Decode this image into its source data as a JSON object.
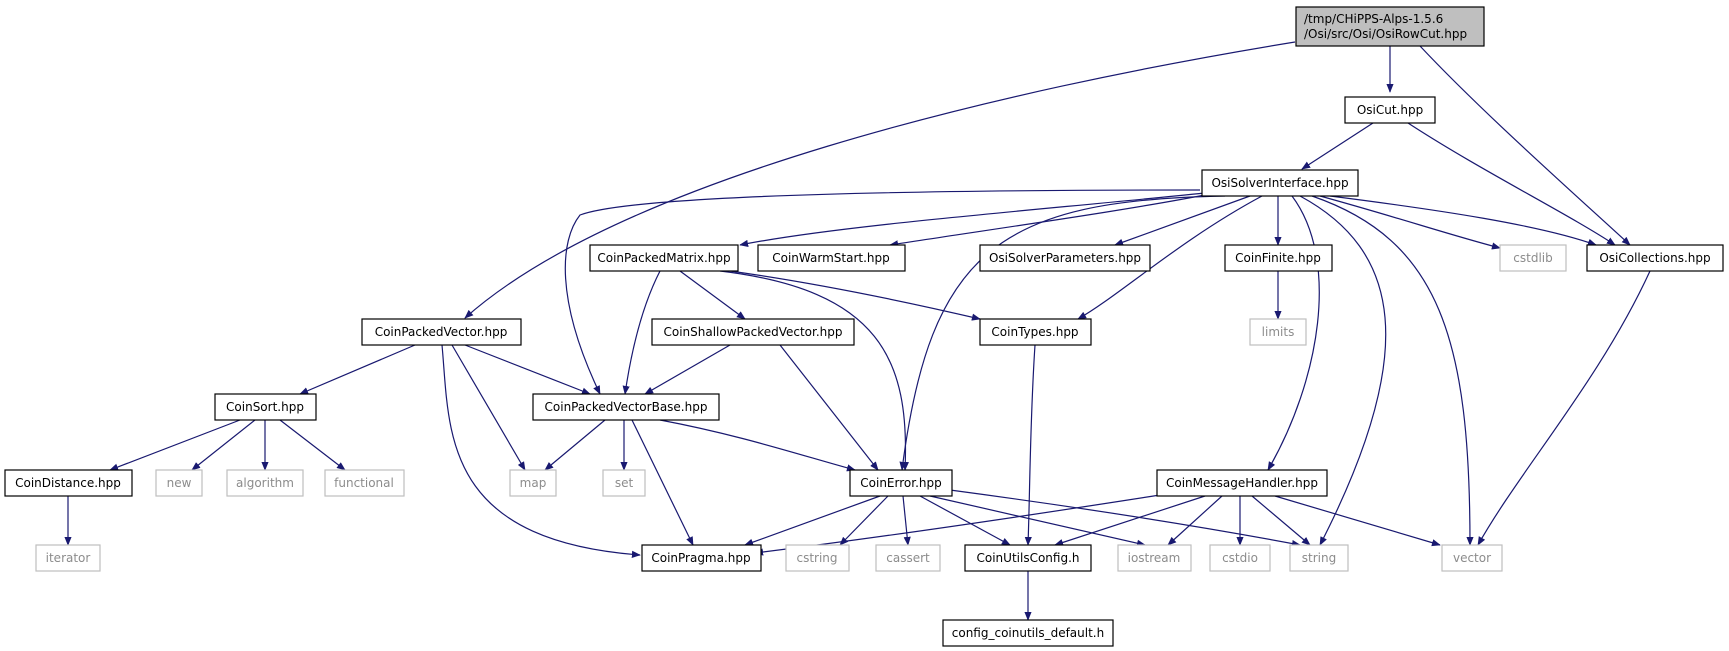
{
  "colors": {
    "edge": "#191970",
    "box_border": "#000000",
    "sys_border": "#bfbfbf",
    "sys_text": "#8c8c8c",
    "root_fill": "#bfbfbf",
    "text": "#000000"
  },
  "root": {
    "line1": "/tmp/CHiPPS-Alps-1.5.6",
    "line2": "/Osi/src/Osi/OsiRowCut.hpp"
  },
  "nodes": {
    "osicut": "OsiCut.hpp",
    "osisolverinterface": "OsiSolverInterface.hpp",
    "coinpackedmatrix": "CoinPackedMatrix.hpp",
    "coinwarmstart": "CoinWarmStart.hpp",
    "osisolverparameters": "OsiSolverParameters.hpp",
    "coinfinite": "CoinFinite.hpp",
    "cstdlib": "cstdlib",
    "osicollections": "OsiCollections.hpp",
    "coinpackedvector": "CoinPackedVector.hpp",
    "coinshallowpackedvector": "CoinShallowPackedVector.hpp",
    "cointypes": "CoinTypes.hpp",
    "limits": "limits",
    "coinsort": "CoinSort.hpp",
    "coinpackedvectorbase": "CoinPackedVectorBase.hpp",
    "coindistance": "CoinDistance.hpp",
    "new": "new",
    "algorithm": "algorithm",
    "functional": "functional",
    "map": "map",
    "set": "set",
    "coinerror": "CoinError.hpp",
    "coinmessagehandler": "CoinMessageHandler.hpp",
    "iterator": "iterator",
    "coinpragma": "CoinPragma.hpp",
    "cstring": "cstring",
    "cassert": "cassert",
    "coinutilsconfig": "CoinUtilsConfig.h",
    "iostream": "iostream",
    "cstdio": "cstdio",
    "string": "string",
    "vector": "vector",
    "config_coinutils_default": "config_coinutils_default.h"
  }
}
